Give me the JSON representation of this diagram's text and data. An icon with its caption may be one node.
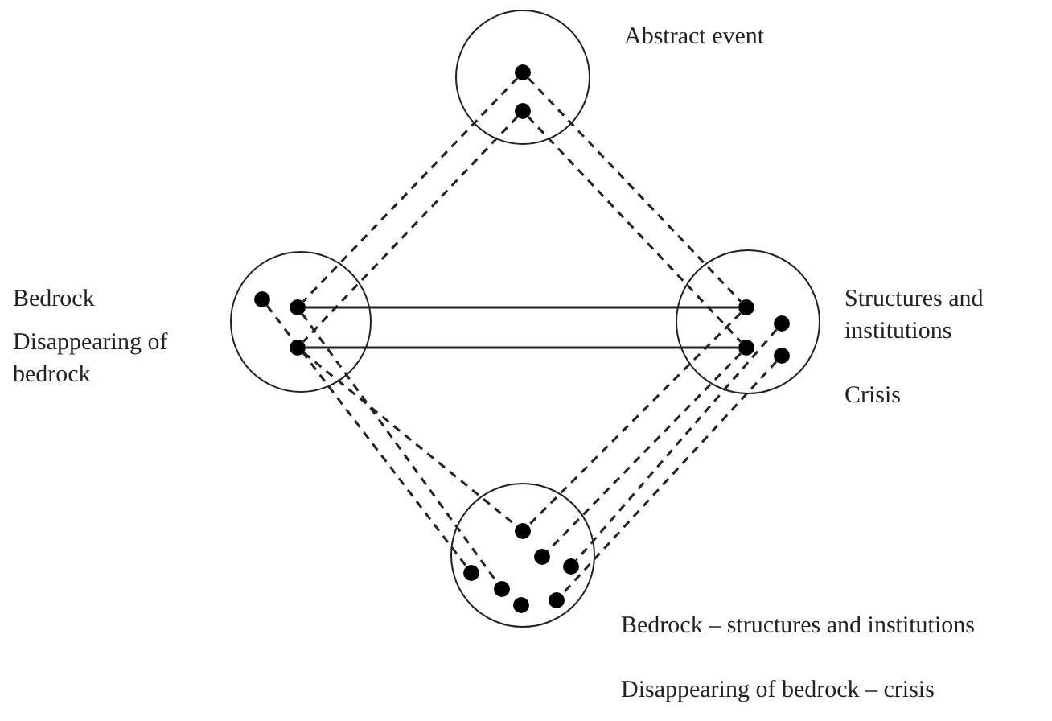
{
  "diagram": {
    "nodes": [
      {
        "text": [],
        "shape": "circle",
        "beside": [
          "Abstract event"
        ]
      },
      {
        "text": [],
        "shape": "circle",
        "beside": [
          "Bedrock",
          "Disappearing of bedrock"
        ]
      },
      {
        "text": [],
        "shape": "circle",
        "beside": [
          "Structures and institutions",
          "Crisis"
        ]
      },
      {
        "text": [],
        "shape": "circle",
        "beside": [
          "Bedrock – structures and institutions",
          "Disappearing of bedrock – crisis"
        ]
      },
      {
        "text": [],
        "shape": "circle",
        "in": 0
      },
      {
        "text": [],
        "shape": "circle",
        "in": 0
      },
      {
        "text": [],
        "shape": "circle",
        "in": 1
      },
      {
        "text": [],
        "shape": "circle",
        "in": 1
      },
      {
        "text": [],
        "shape": "circle",
        "in": 1
      },
      {
        "text": [],
        "shape": "circle",
        "in": 2
      },
      {
        "text": [],
        "shape": "circle",
        "in": 2
      },
      {
        "text": [],
        "shape": "circle",
        "in": 2
      },
      {
        "text": [],
        "shape": "circle",
        "in": 2
      },
      {
        "text": [],
        "shape": "circle",
        "in": 3
      },
      {
        "text": [],
        "shape": "circle",
        "in": 3
      },
      {
        "text": [],
        "shape": "circle",
        "in": 3
      },
      {
        "text": [],
        "shape": "circle",
        "in": 3
      },
      {
        "text": [],
        "shape": "circle",
        "in": 3
      },
      {
        "text": [],
        "shape": "circle",
        "in": 3
      },
      {
        "text": [],
        "shape": "circle",
        "in": 3
      }
    ],
    "edges": [
      {
        "from": 7,
        "to": 9,
        "arrow": "none"
      },
      {
        "from": 8,
        "to": 10,
        "arrow": "none"
      },
      {
        "from": 4,
        "to": 7,
        "arrow": "none",
        "style": "dashed"
      },
      {
        "from": 5,
        "to": 8,
        "arrow": "none",
        "style": "dashed"
      },
      {
        "from": 4,
        "to": 9,
        "arrow": "none",
        "style": "dashed"
      },
      {
        "from": 5,
        "to": 10,
        "arrow": "none",
        "style": "dashed"
      },
      {
        "from": 8,
        "to": 13,
        "arrow": "none",
        "style": "dashed"
      },
      {
        "from": 6,
        "to": 16,
        "arrow": "none",
        "style": "dashed"
      },
      {
        "from": 7,
        "to": 17,
        "arrow": "none",
        "style": "dashed"
      },
      {
        "from": 9,
        "to": 13,
        "arrow": "none",
        "style": "dashed"
      },
      {
        "from": 10,
        "to": 14,
        "arrow": "none",
        "style": "dashed"
      },
      {
        "from": 11,
        "to": 15,
        "arrow": "none",
        "style": "dashed"
      },
      {
        "from": 12,
        "to": 19,
        "arrow": "none",
        "style": "dashed"
      }
    ]
  }
}
